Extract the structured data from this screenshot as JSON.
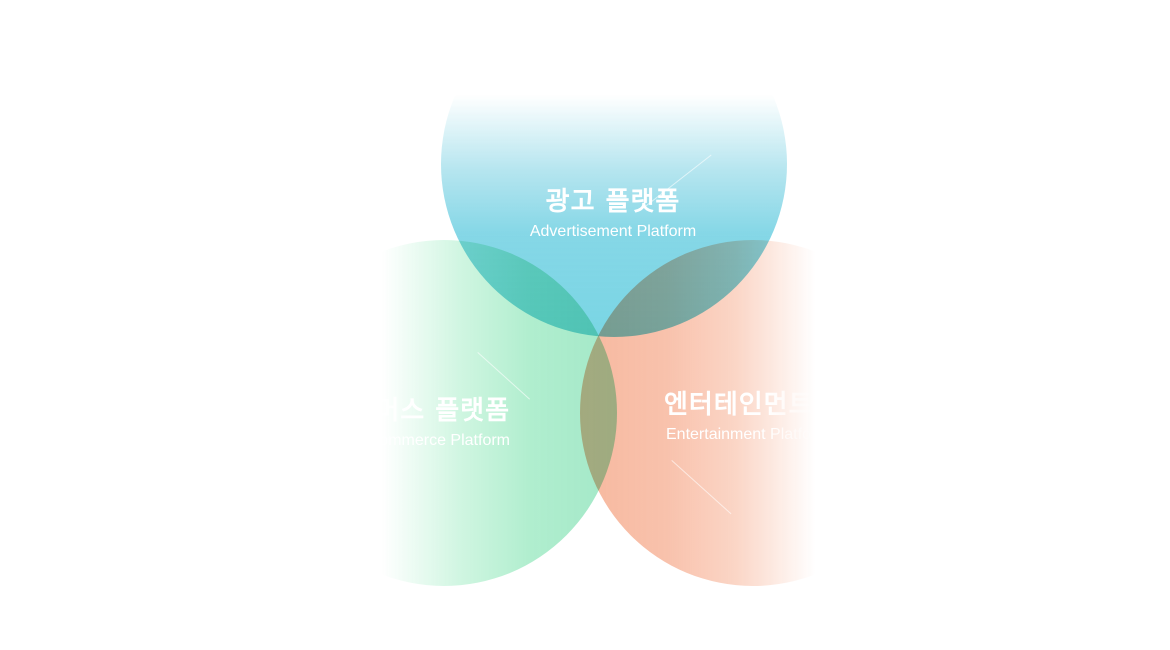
{
  "diagram": {
    "type": "venn",
    "circles": [
      {
        "id": "advertisement",
        "title": "광고 플랫폼",
        "subtitle": "Advertisement Platform",
        "color": "#6ED2E2"
      },
      {
        "id": "commerce",
        "title": "커머스 플랫폼",
        "subtitle": "Commerce Platform",
        "color": "#8CE2BA"
      },
      {
        "id": "entertainment",
        "title": "엔터테인먼트",
        "subtitle": "Entertainment Platform",
        "color": "#F4A584"
      }
    ]
  }
}
